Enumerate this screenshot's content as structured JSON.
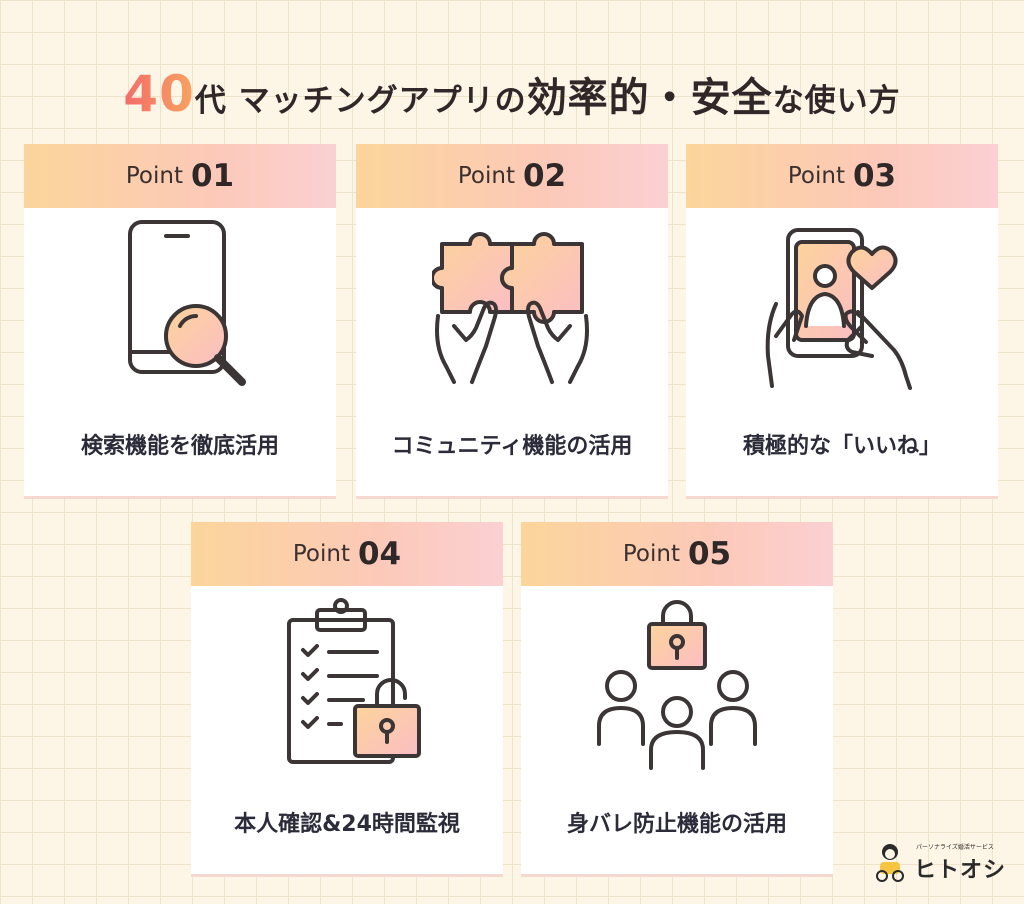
{
  "title": {
    "number": "40",
    "part1": "代 マッチングアプリの",
    "part2": "効率的・安全",
    "part3": "な使い方"
  },
  "points": [
    {
      "prefix": "Point",
      "number": "01",
      "caption": "検索機能を徹底活用",
      "icon": "magnifier-phone-icon"
    },
    {
      "prefix": "Point",
      "number": "02",
      "caption": "コミュニティ機能の活用",
      "icon": "puzzle-hands-icon"
    },
    {
      "prefix": "Point",
      "number": "03",
      "caption": "積極的な「いいね」",
      "icon": "phone-like-icon"
    },
    {
      "prefix": "Point",
      "number": "04",
      "caption": "本人確認&24時間監視",
      "icon": "checklist-lock-icon"
    },
    {
      "prefix": "Point",
      "number": "05",
      "caption": "身バレ防止機能の活用",
      "icon": "people-lock-icon"
    }
  ],
  "logo": {
    "tagline": "パーソナライズ婚活サービス",
    "name": "ヒトオシ"
  },
  "colors": {
    "background": "#fdf5e6",
    "grid": "#efe3c9",
    "header_gradient": [
      "#fbd59b",
      "#fbd0d3"
    ],
    "title_accent": "#f07f6c",
    "caption_text": "#2b2b3a"
  }
}
